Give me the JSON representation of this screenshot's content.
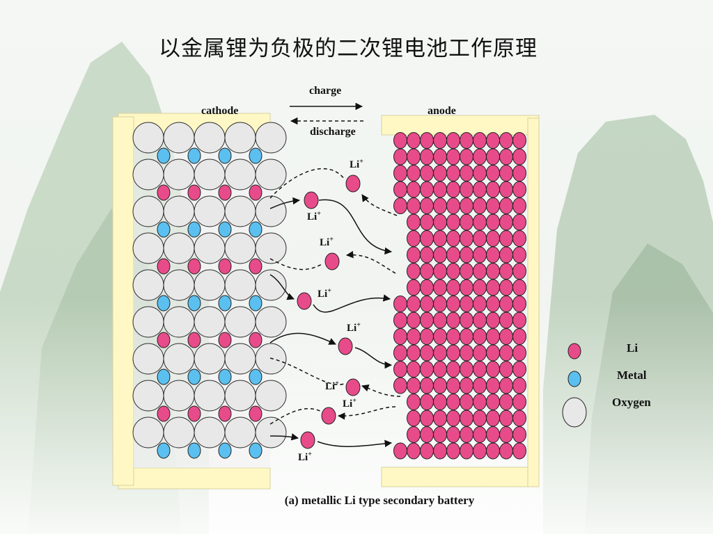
{
  "slide": {
    "title": "以金属锂为负极的二次锂电池工作原理",
    "caption": "(a) metallic Li type secondary battery"
  },
  "diagram": {
    "cathode_label": "cathode",
    "anode_label": "anode",
    "charge_label": "charge",
    "discharge_label": "discharge",
    "ion_label": "Li",
    "ion_charge": "+"
  },
  "legend": {
    "items": [
      {
        "label": "Li",
        "color": "#e84b8a"
      },
      {
        "label": "Metal",
        "color": "#5bc0f0"
      },
      {
        "label": "Oxygen",
        "color": "#e8e8e8"
      }
    ]
  },
  "colors": {
    "li": "#e84b8a",
    "metal": "#5bc0f0",
    "oxygen": "#e8e8e8",
    "frame": "#fffbcf"
  }
}
